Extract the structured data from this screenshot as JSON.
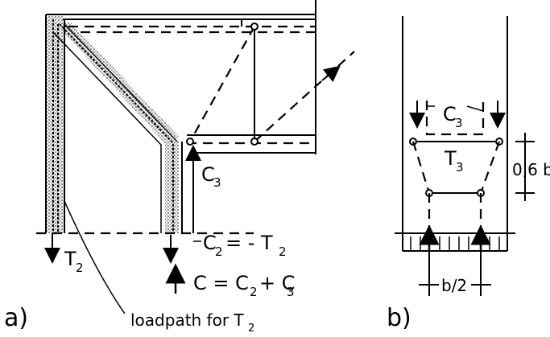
{
  "figure_a": {
    "panel_label": "a)",
    "label_t2": "T",
    "label_t2_sub": "2",
    "label_c3": "C",
    "label_c3_sub": "3",
    "label_c2_eq": "C",
    "label_c2_sub": "2",
    "label_c2_rhs": "= - T",
    "label_c2_rhs_sub": "2",
    "label_c_sum": "C = C",
    "label_c_sum_sub1": "2",
    "label_c_sum_plus": "+ C",
    "label_c_sum_sub2": "3",
    "loadpath_label": "loadpath for T",
    "loadpath_label_sub": "2"
  },
  "figure_b": {
    "panel_label": "b)",
    "label_c3": "C",
    "label_c3_sub": "3",
    "label_t3": "T",
    "label_t3_sub": "3",
    "dim_height": "0,6 b",
    "dim_width": "b/2"
  }
}
